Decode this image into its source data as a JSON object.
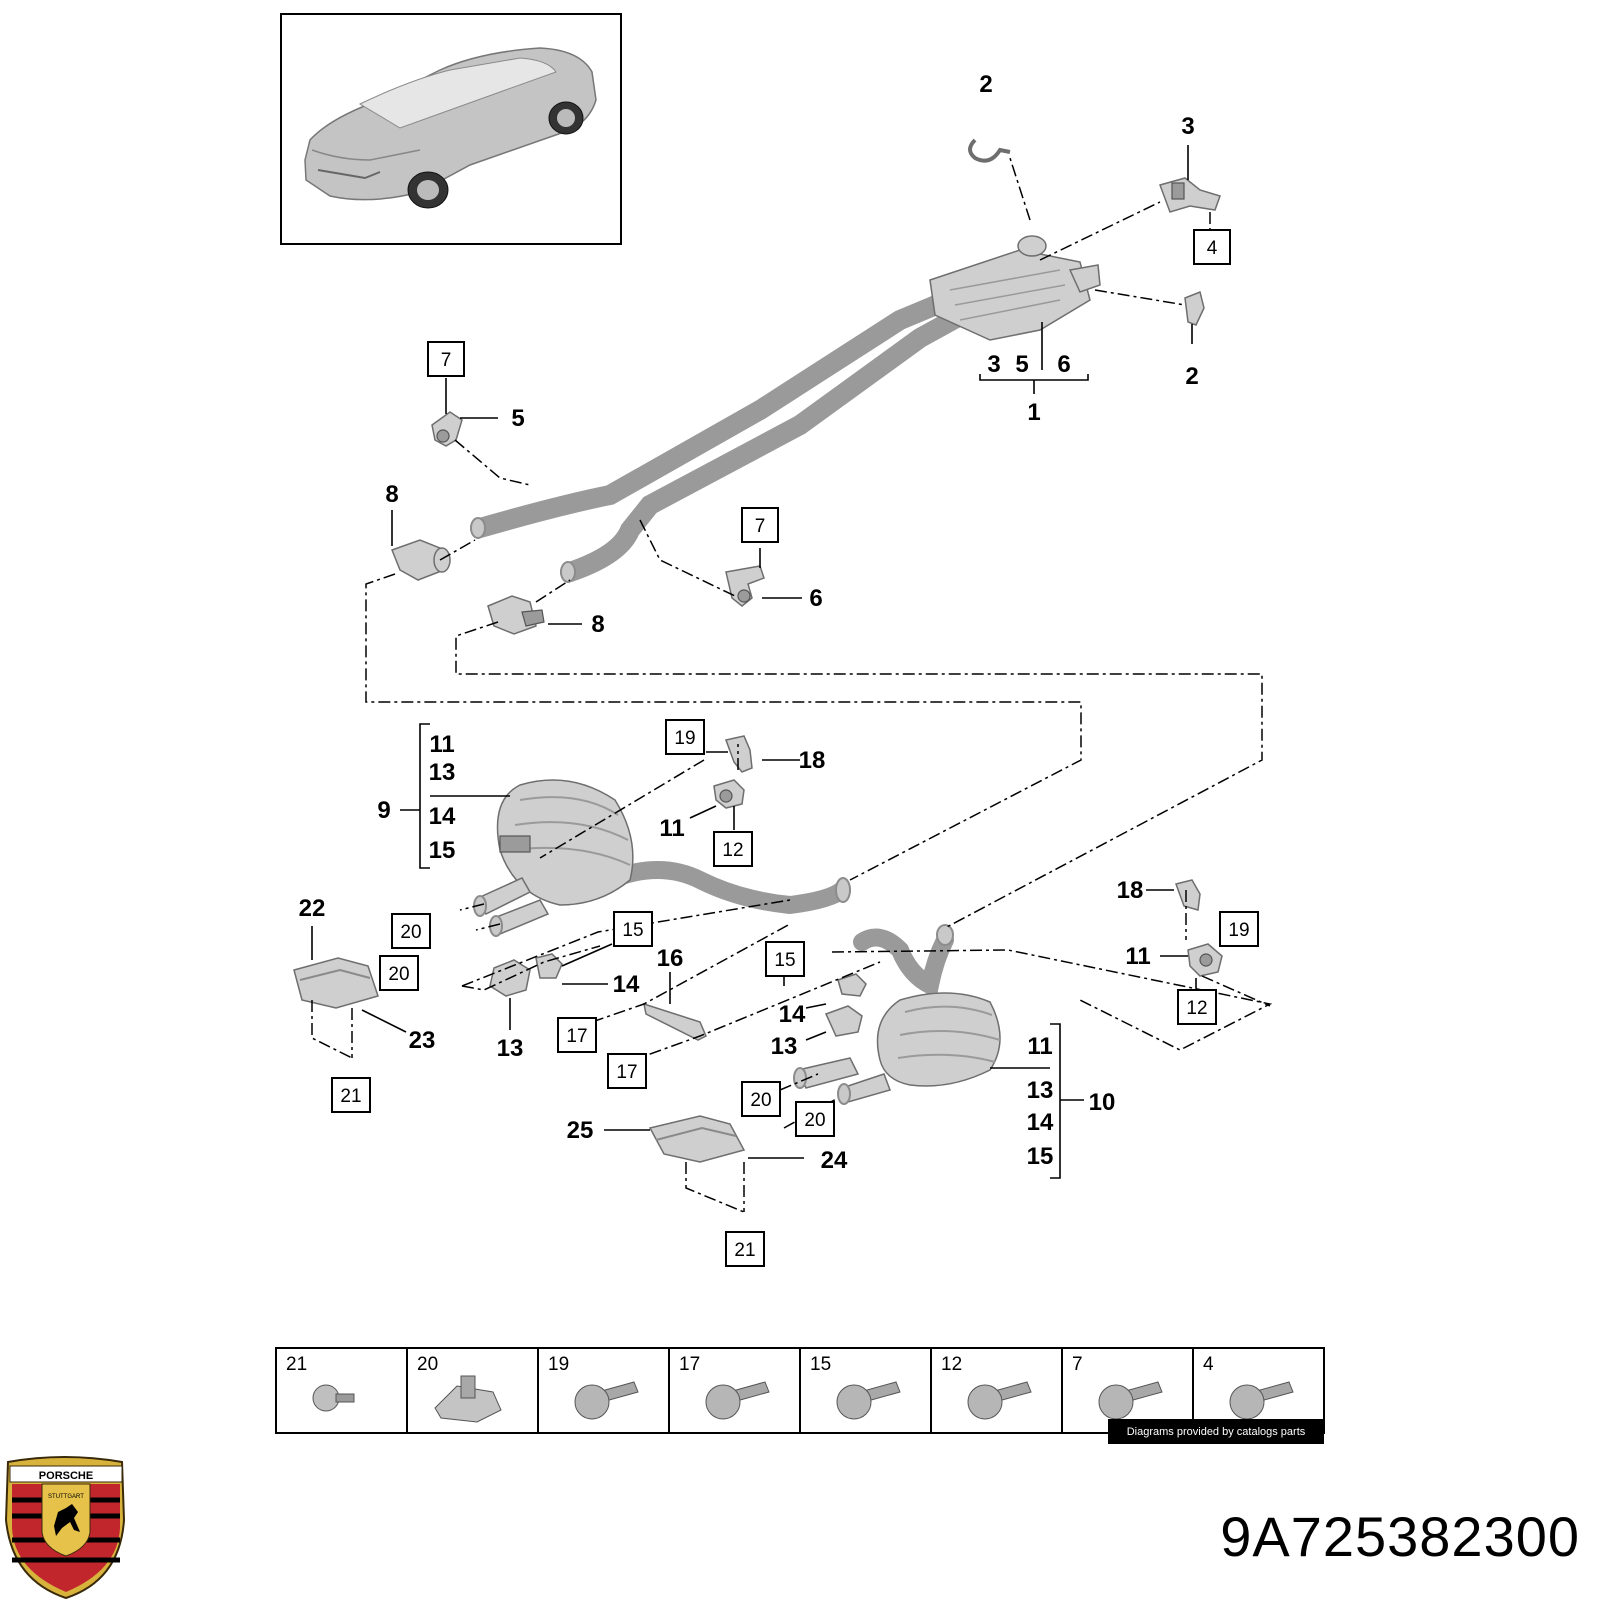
{
  "callouts": {
    "c2a": "2",
    "c3a": "3",
    "c4box": "4",
    "c2b": "2",
    "c3b": "3",
    "c5b": "5",
    "c6b": "6",
    "c1": "1",
    "c7a": "7",
    "c5a": "5",
    "c8a": "8",
    "c7b": "7",
    "c6a": "6",
    "c8b": "8",
    "c19a": "19",
    "c18a": "18",
    "c11a": "11",
    "c12a": "12",
    "c9": "9",
    "c9_11": "11",
    "c9_13": "13",
    "c9_14": "14",
    "c9_15": "15",
    "c22": "22",
    "c20a": "20",
    "c20b": "20",
    "c23": "23",
    "c21a": "21",
    "c15a": "15",
    "c14a": "14",
    "c16": "16",
    "c13a": "13",
    "c17a": "17",
    "c17b": "17",
    "c15b": "15",
    "c14b": "14",
    "c13b": "13",
    "c18b": "18",
    "c19b": "19",
    "c11b": "11",
    "c12b": "12",
    "c10": "10",
    "c10_11": "11",
    "c10_13": "13",
    "c10_14": "14",
    "c10_15": "15",
    "c20c": "20",
    "c20d": "20",
    "c25": "25",
    "c24": "24",
    "c21b": "21"
  },
  "fastener_table": [
    "21",
    "20",
    "19",
    "17",
    "15",
    "12",
    "7",
    "4"
  ],
  "credit": "Diagrams provided by catalogs parts",
  "part_number": "9A725382300",
  "brand": {
    "crest_top": "PORSCHE",
    "crest_mid": "STUTTGART"
  }
}
